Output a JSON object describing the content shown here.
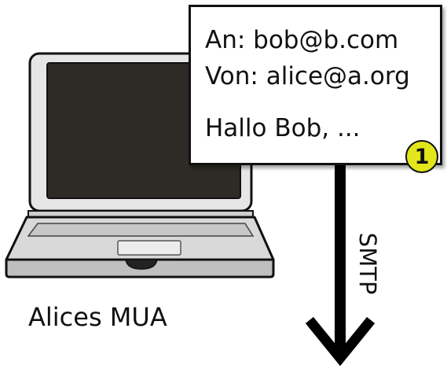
{
  "email": {
    "to_line": "An: bob@b.com",
    "from_line": "Von: alice@a.org",
    "body_line": "Hallo Bob, ..."
  },
  "step_badge": "1",
  "arrow_label": "SMTP",
  "client_label": "Alices MUA",
  "colors": {
    "badge_fill": "#e3e61b",
    "screen": "#2e2b26",
    "laptop_body": "#dcdcdc",
    "outline": "#111111"
  },
  "icons": {
    "client_device": "laptop-icon",
    "transfer": "arrow-down-icon"
  }
}
